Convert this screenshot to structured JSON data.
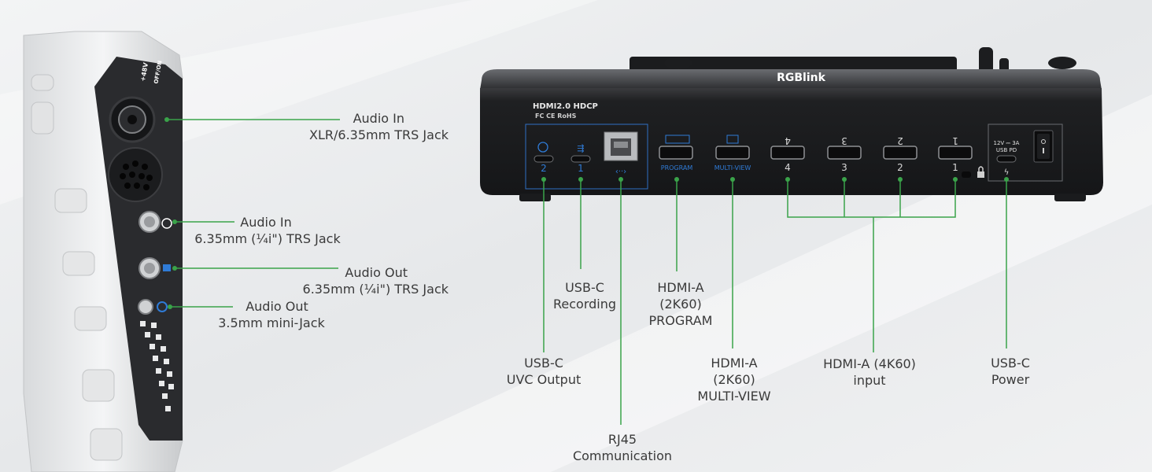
{
  "device": {
    "brand": "RGBlink",
    "spec_text": "HDMI2.0 HDCP",
    "cert_text": "FC CE RoHS",
    "mic_power_label": "+48V",
    "mic_power_switch": "OFF/ON",
    "ports": {
      "usbc_2": "2",
      "usbc_1": "1",
      "program": "PROGRAM",
      "multiview": "MULTI-VIEW",
      "hdmi_in": [
        "4",
        "3",
        "2",
        "1"
      ],
      "power_top": "12V ⎓ 3A",
      "power_sub": "USB  PD"
    }
  },
  "callouts": {
    "audio_in_xlr": [
      "Audio In",
      "XLR/6.35mm TRS Jack"
    ],
    "audio_in_trs": [
      "Audio In",
      "6.35mm (¼i\") TRS Jack"
    ],
    "audio_out_trs": [
      "Audio Out",
      "6.35mm (¼i\") TRS Jack"
    ],
    "audio_out_mini": [
      "Audio Out",
      "3.5mm mini-Jack"
    ],
    "usbc_recording": [
      "USB-C",
      "Recording"
    ],
    "hdmi_program": [
      "HDMI-A",
      "(2K60)",
      "PROGRAM"
    ],
    "usbc_uvc": [
      "USB-C",
      "UVC Output"
    ],
    "hdmi_multiview": [
      "HDMI-A",
      "(2K60)",
      "MULTI-VIEW"
    ],
    "hdmi_input": [
      "HDMI-A (4K60)",
      "input"
    ],
    "usbc_power": [
      "USB-C",
      "Power"
    ],
    "rj45": [
      "RJ45",
      "Communication"
    ]
  },
  "colors": {
    "leader": "#3aa34a",
    "port_label": "#2f7bd6",
    "body": "#262729",
    "text": "#3a3a3a"
  }
}
